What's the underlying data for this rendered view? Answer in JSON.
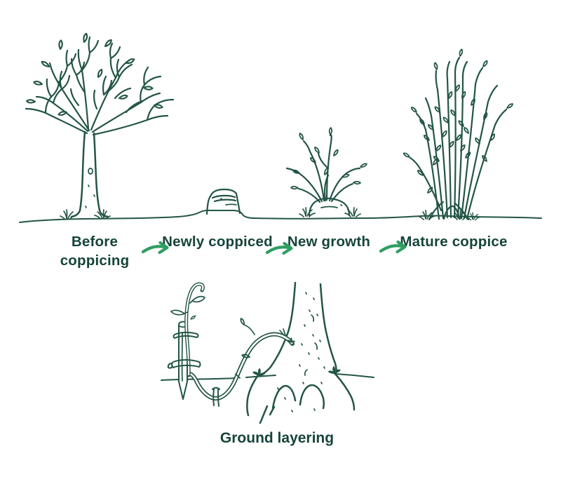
{
  "diagram": {
    "stages": [
      {
        "label": "Before coppicing"
      },
      {
        "label": "Newly coppiced"
      },
      {
        "label": "New growth"
      },
      {
        "label": "Mature coppice"
      }
    ],
    "arrows": {
      "icon": "right-swoosh-arrow",
      "count": 3,
      "color": "#2F9E62"
    },
    "caption": "Ground layering",
    "illustrations": [
      "tree-before-coppicing",
      "freshly-cut-stump",
      "stump-with-new-shoots",
      "mature-coppice-stems",
      "ground-layering-scene"
    ],
    "colors": {
      "ink": "#235546",
      "text": "#16443A",
      "arrow": "#2F9E62",
      "background": "#FFFFFF"
    }
  }
}
